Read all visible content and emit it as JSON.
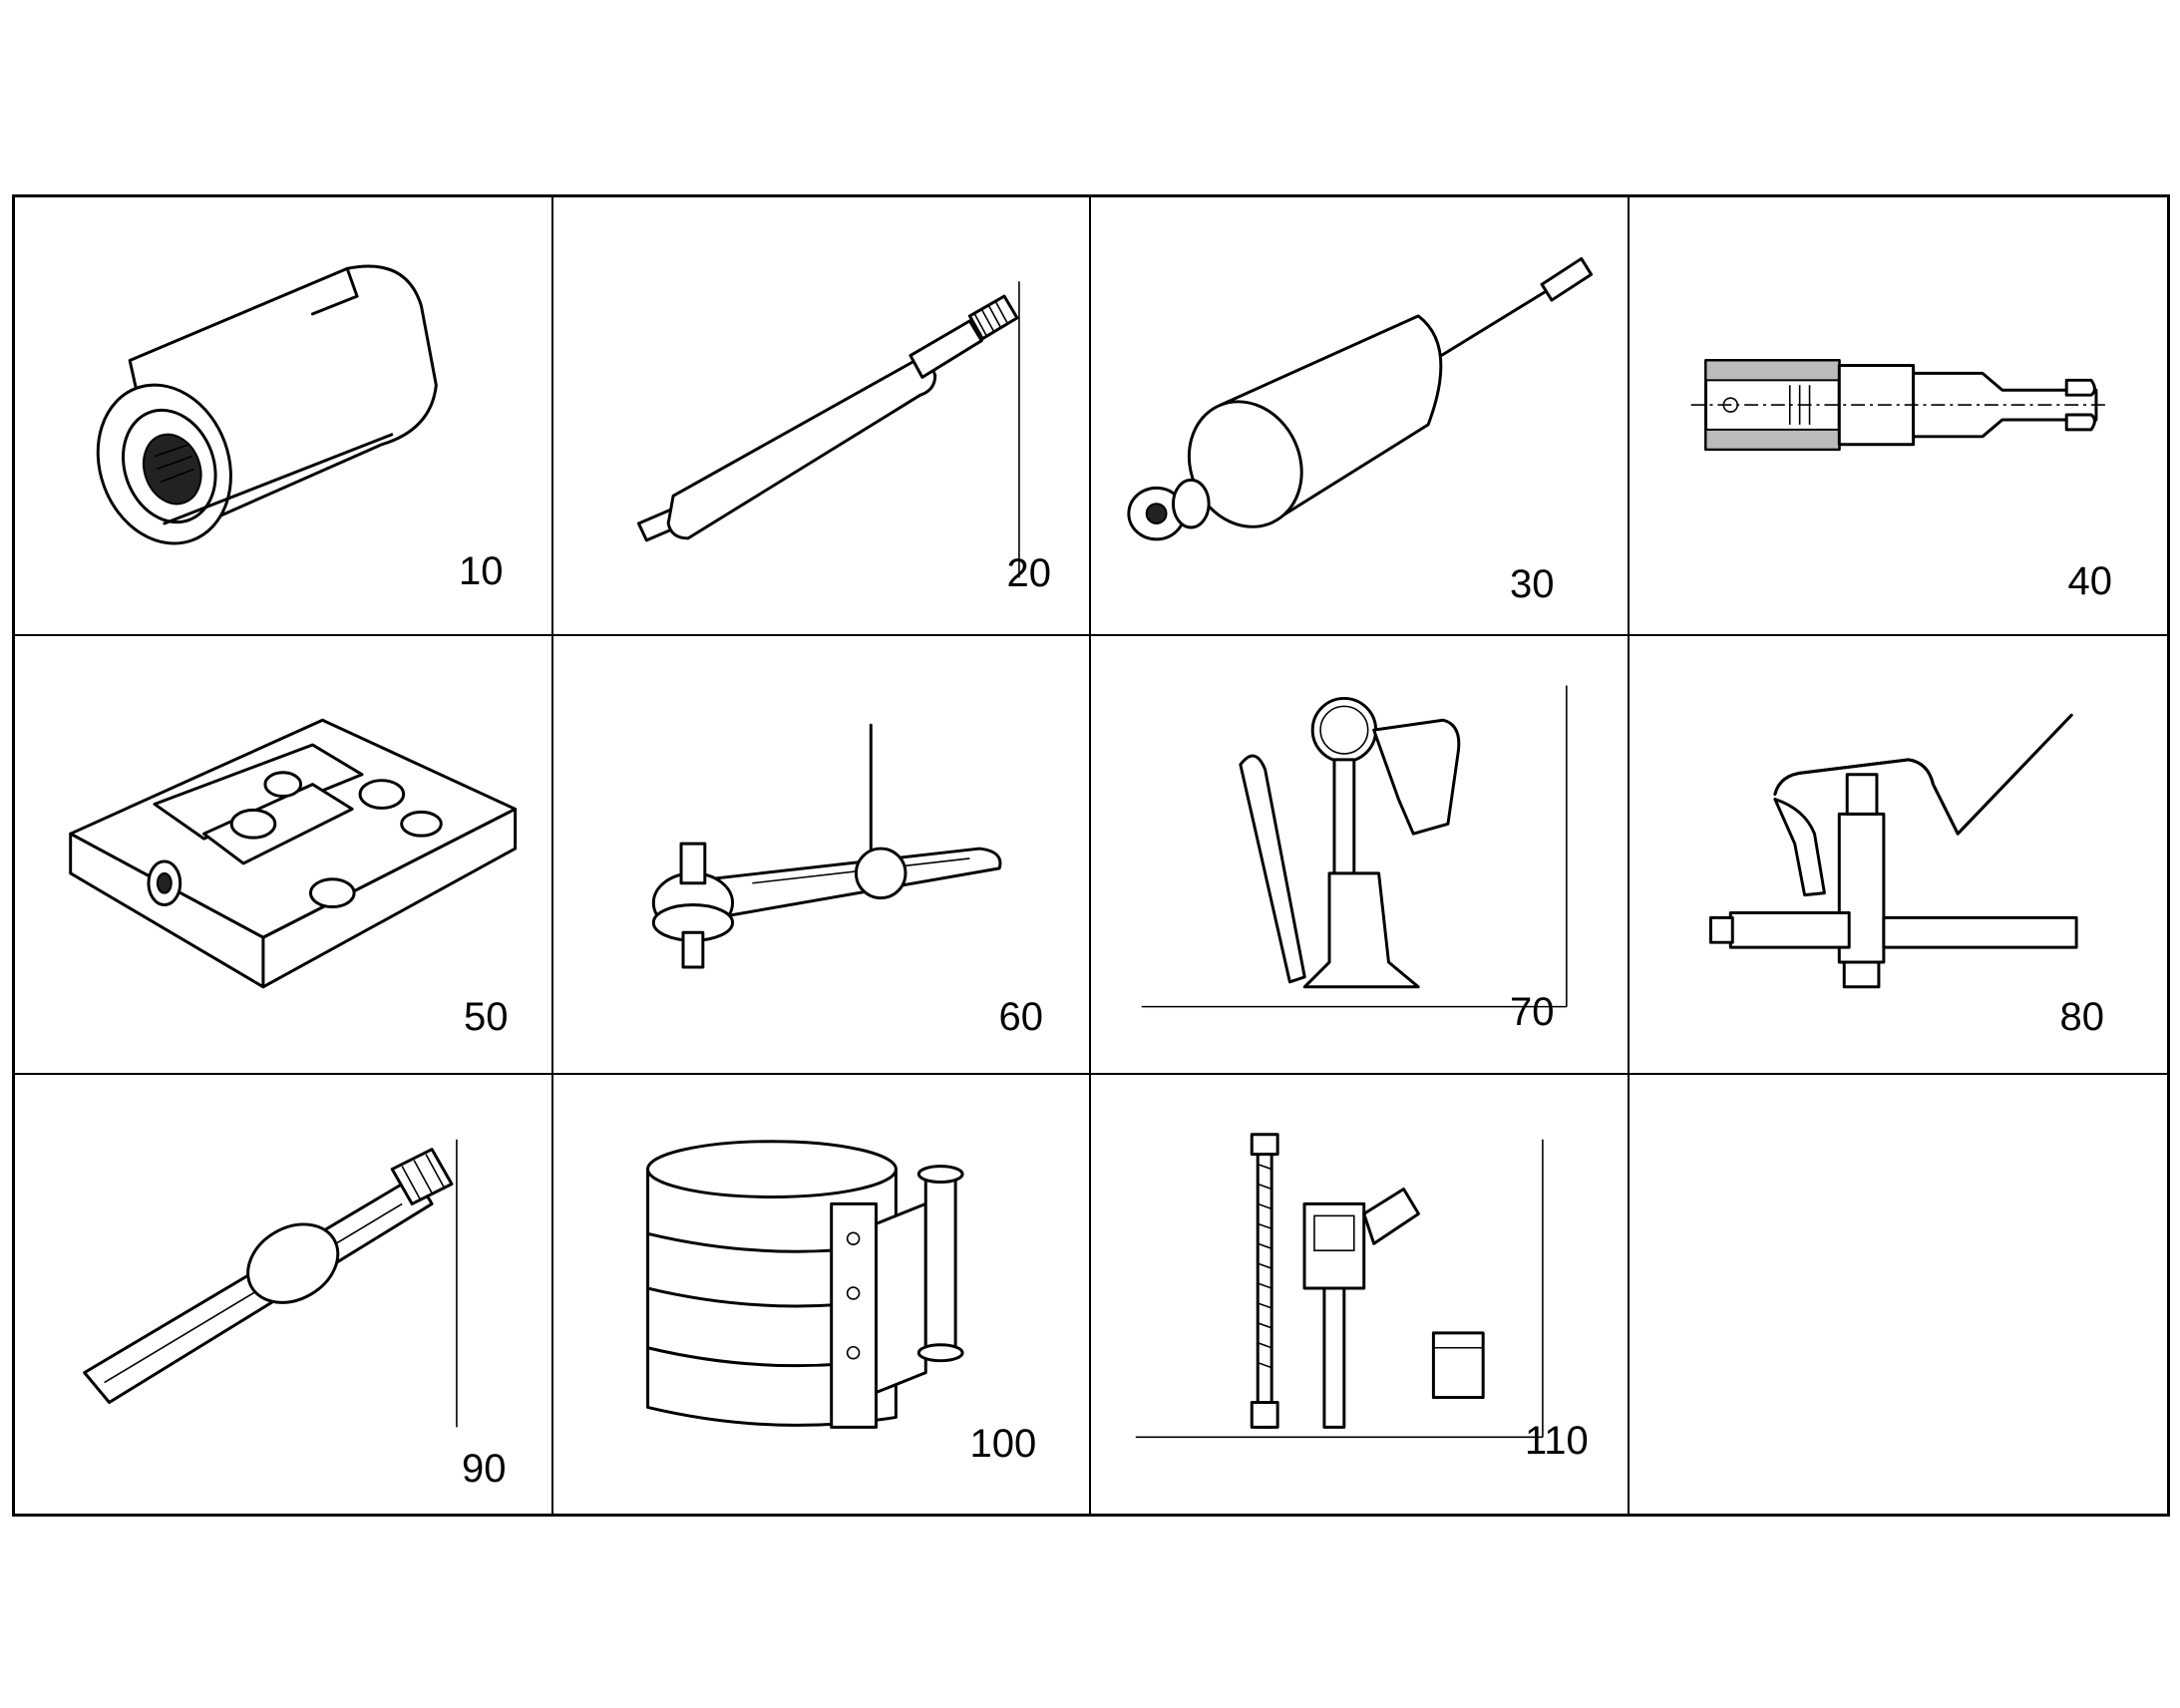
{
  "cells": [
    {
      "label": "10",
      "icon": "sleeve-socket-icon"
    },
    {
      "label": "20",
      "icon": "threaded-drift-pin-icon"
    },
    {
      "label": "30",
      "icon": "slide-hammer-puller-icon"
    },
    {
      "label": "40",
      "icon": "forked-socket-wrench-icon"
    },
    {
      "label": "50",
      "icon": "clamping-fixture-block-icon"
    },
    {
      "label": "60",
      "icon": "lever-puller-tool-icon"
    },
    {
      "label": "70",
      "icon": "injector-tester-pump-icon"
    },
    {
      "label": "80",
      "icon": "crank-lever-press-icon"
    },
    {
      "label": "90",
      "icon": "ratchet-wrench-icon"
    },
    {
      "label": "100",
      "icon": "piston-ring-compressor-icon"
    },
    {
      "label": "110",
      "icon": "gauge-hose-kit-icon"
    },
    {
      "label": "",
      "icon": ""
    }
  ]
}
